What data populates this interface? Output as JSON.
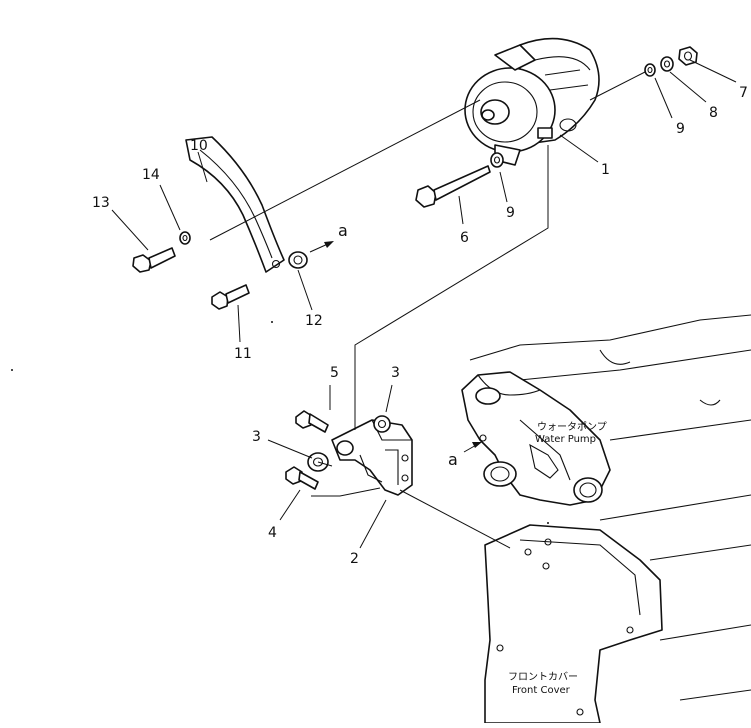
{
  "callouts": {
    "n1": "1",
    "n2": "2",
    "n3a": "3",
    "n3b": "3",
    "n4": "4",
    "n5": "5",
    "n6": "6",
    "n7": "7",
    "n8": "8",
    "n9a": "9",
    "n9b": "9",
    "n10": "10",
    "n11": "11",
    "n12": "12",
    "n13": "13",
    "n14": "14"
  },
  "refs": {
    "a_top": "a",
    "a_bottom": "a"
  },
  "labels": {
    "water_pump_jp": "ウォータポンプ",
    "water_pump_en": "Water  Pump",
    "front_cover_jp": "フロントカバー",
    "front_cover_en": "Front Cover"
  }
}
